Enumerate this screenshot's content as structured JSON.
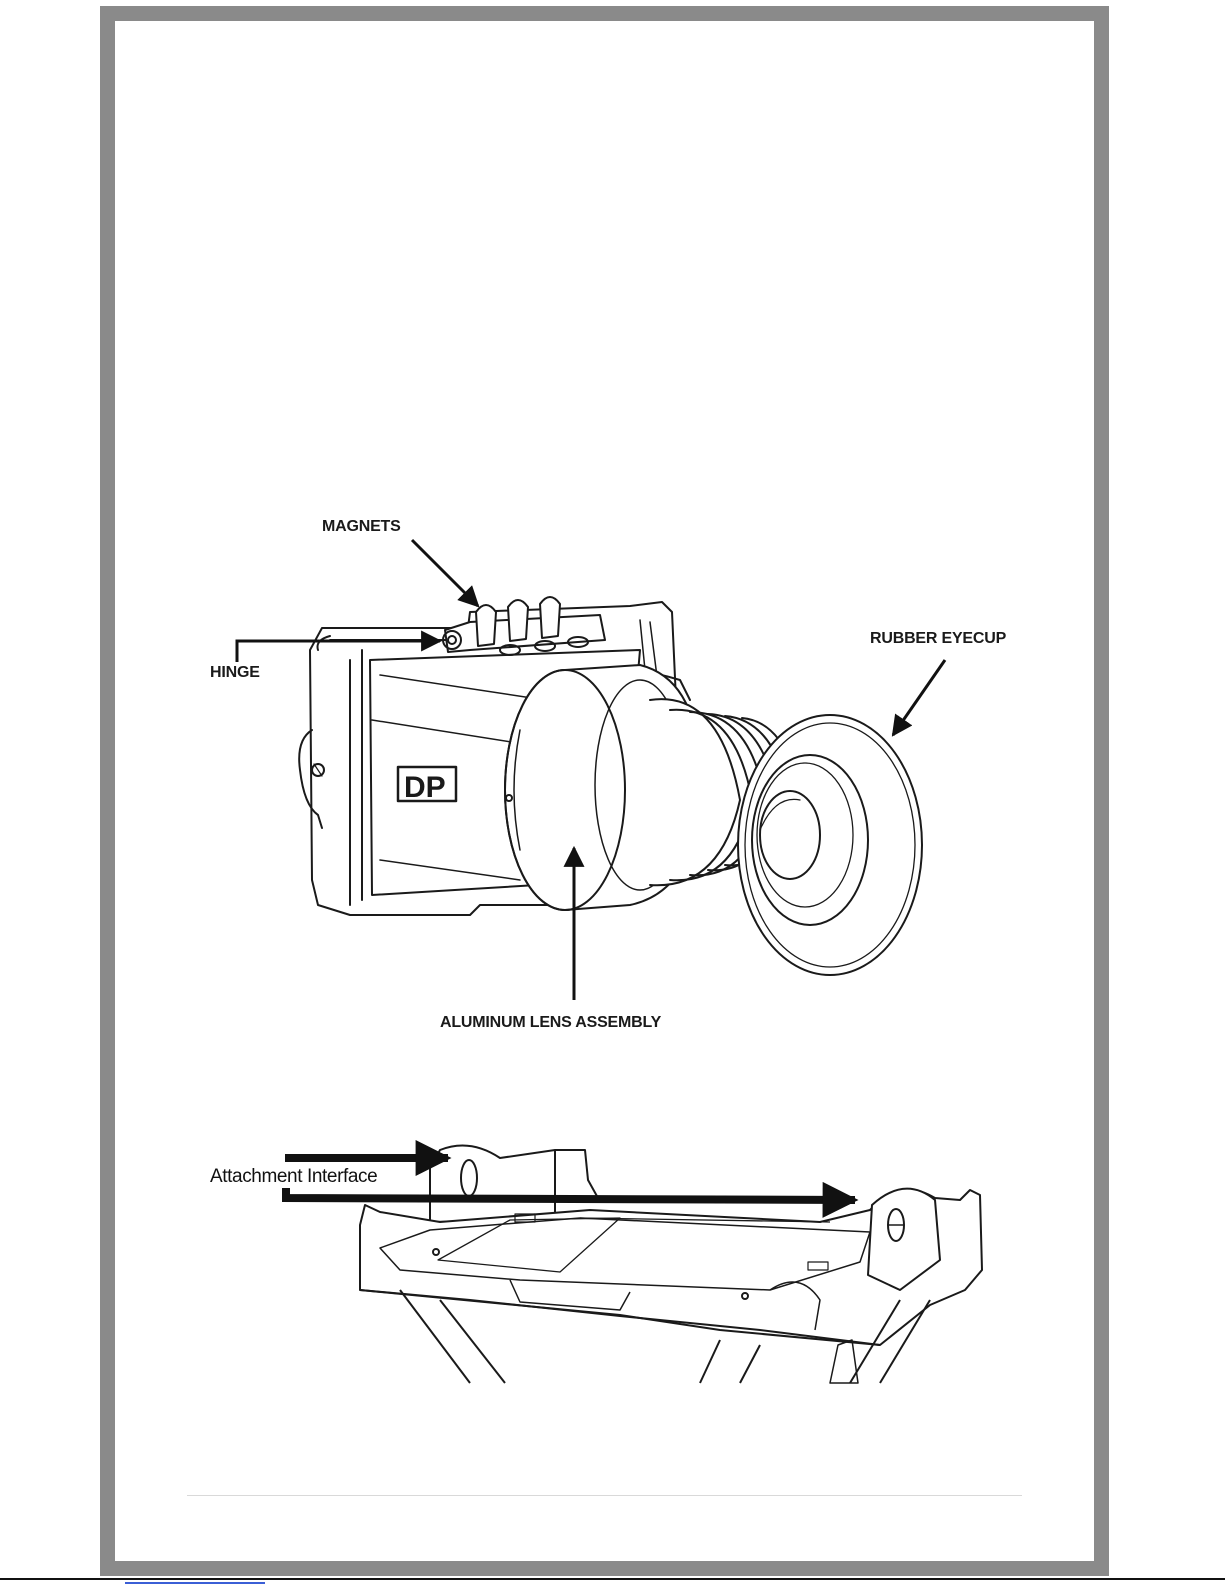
{
  "figure_top": {
    "labels": {
      "magnets": "MAGNETS",
      "hinge": "HINGE",
      "rubber_eyecup": "RUBBER EYECUP",
      "aluminum_lens_assembly": "ALUMINUM LENS ASSEMBLY"
    },
    "logo_text": "DP"
  },
  "figure_bottom": {
    "labels": {
      "attachment_interface": "Attachment Interface"
    }
  },
  "colors": {
    "frame": "#8a8a8a",
    "line_art": "#1a1a1a",
    "footer_rule": "#d9d9d9",
    "link_underline": "#3b5fd6"
  }
}
